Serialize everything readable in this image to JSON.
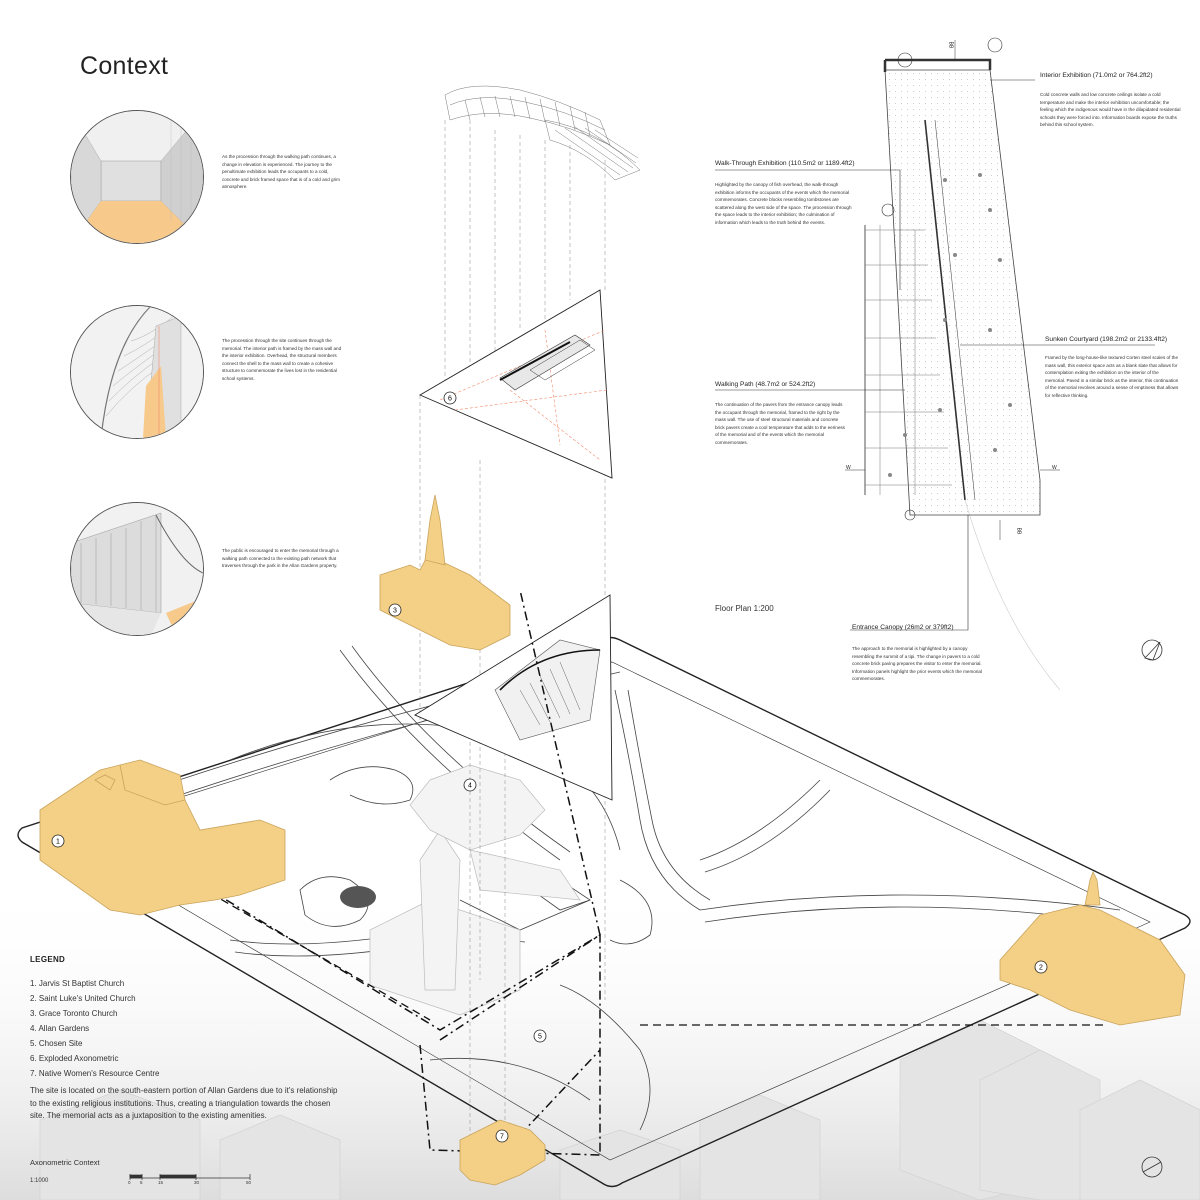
{
  "title": "Context",
  "vignettes": [
    {
      "text": "As the procession through the walking path continues, a change in elevation is experienced. The journey to the penultimate exhibition leads the occupants to a cold, concrete and brick framed space that is of a cold and grim atmosphere."
    },
    {
      "text": "The procession through the site continues through the memorial. The interior path is framed by the mass wall and the interior exhibition. Overhead, the structural members connect the shell to the mass wall to create a cohesive structure to commemorate the lives lost in the residential school systems."
    },
    {
      "text": "The public is encouraged to enter the memorial through a walking path connected to the existing path network that traverses through the park in the Allan Gardens property."
    }
  ],
  "plan_notes": {
    "walkthrough": {
      "heading": "Walk-Through Exhibition (110.5m2 or 1189.4ft2)",
      "text": "Highlighted by the canopy of fish overhead, the walk-through exhibition informs the occupants of the events which the memorial commemorates. Concrete blocks resembling tombstones are scattered along the west side of the space. The procession through the space leads to the interior exhibition; the culmination of information which leads to the truth behind the events."
    },
    "interior": {
      "heading": "Interior Exhibition (71.0m2 or 764.2ft2)",
      "text": "Cold concrete walls and low concrete ceilings isolate a cold temperature and make the interior exhibition uncomfortable; the feeling which the indigenous would have in the dilapidated residential schools they were forced into. Information boards expose the truths behind this school system."
    },
    "courtyard": {
      "heading": "Sunken Courtyard (198.2m2 or 2133.4ft2)",
      "text": "Framed by the long-house-like textured Corten steel scales of the mass wall, this exterior space acts as a blank slate that allows for contemplation exiting the exhibition on the interior of the memorial. Paved in a similar brick as the interior, this continuation of the memorial revolves around a sense of emptiness that allows for reflective thinking."
    },
    "walking": {
      "heading": "Walking Path (48.7m2 or 524.2ft2)",
      "text": "The continuation of the pavers from the entrance canopy leads the occupant through the memorial, framed to the right by the mass wall. The use of steel structural materials and concrete brick pavers create a cool temperature that adds to the eeriness of the memorial and of the events which the memorial commemorates."
    },
    "entrance": {
      "heading": "Entrance Canopy (26m2 or 379ft2)",
      "text": "The approach to the memorial is highlighted by a canopy resembling the summit of a tipi. The change in pavers to a cold concrete brick paving prepares the visitor to enter the memorial. Information panels highlight the prior events which the memorial commemorates."
    }
  },
  "floor_plan_label": "Floor Plan 1:200",
  "markers": [
    "1",
    "2",
    "3",
    "4",
    "5",
    "6",
    "7"
  ],
  "legend": {
    "title": "LEGEND",
    "items": [
      "1. Jarvis St Baptist Church",
      "2. Saint Luke's United Church",
      "3. Grace Toronto Church",
      "4. Allan Gardens",
      "5. Chosen Site",
      "6. Exploded Axonometric",
      "7. Native Women's Resource Centre"
    ]
  },
  "site_description": "The site is located on the south-eastern portion of Allan Gardens due to it's relationship to the existing religious institutions. Thus, creating a triangulation towards the chosen site. The memorial acts as a juxtaposition to the existing amenities.",
  "axo_label": "Axonometric Context",
  "axo_scale": "1:1000",
  "scale_ticks": [
    "0",
    "5",
    "15",
    "30",
    "50"
  ],
  "section_marks": [
    "W",
    "W",
    "BB",
    "BB"
  ],
  "colors": {
    "building": "#f4cf86",
    "building_stroke": "#c9a45c",
    "vignette_floor": "#f7c98a",
    "accent_line": "#f08c6c"
  }
}
